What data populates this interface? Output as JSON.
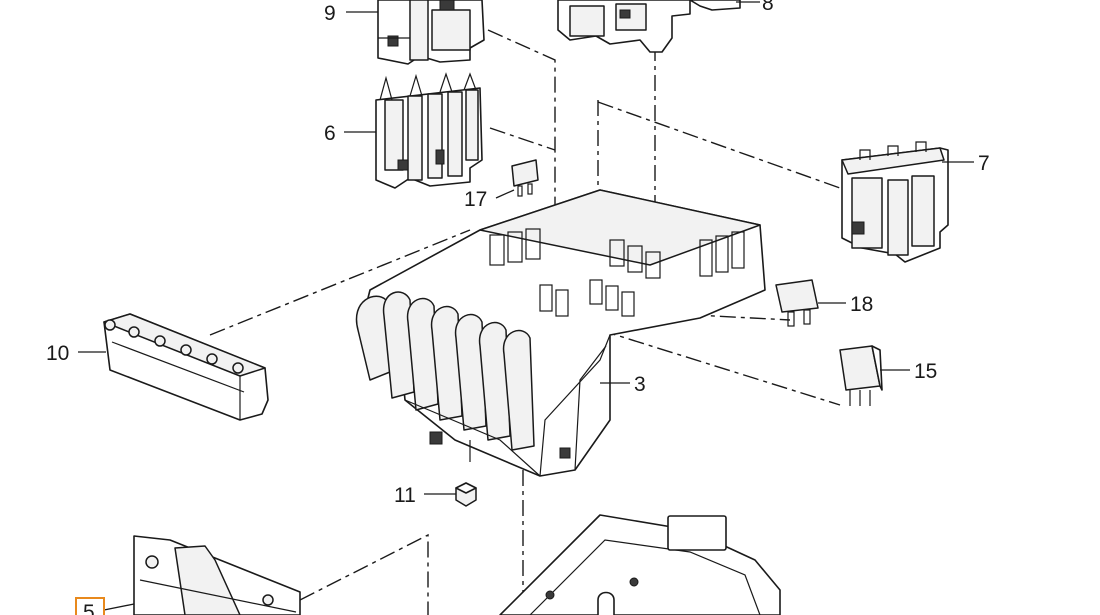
{
  "diagram": {
    "callouts": {
      "c9": "9",
      "c8": "8",
      "c6": "6",
      "c7": "7",
      "c17": "17",
      "c18": "18",
      "c10": "10",
      "c15": "15",
      "c3": "3",
      "c11": "11",
      "c5": "5"
    },
    "highlight_color": "#e8891c",
    "highlighted_callout": "5"
  }
}
